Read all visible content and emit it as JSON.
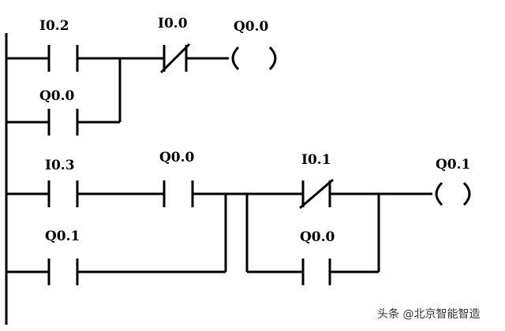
{
  "rungs": [
    {
      "contacts": [
        {
          "label": "I0.2",
          "type": "NO"
        },
        {
          "label": "Q0.0",
          "type": "NO",
          "branch": true
        },
        {
          "label": "I0.0",
          "type": "NC"
        }
      ],
      "coil": {
        "label": "Q0.0"
      }
    },
    {
      "contacts": [
        {
          "label": "I0.3",
          "type": "NO"
        },
        {
          "label": "Q0.1",
          "type": "NO",
          "branch": true
        },
        {
          "label": "Q0.0",
          "type": "NO"
        },
        {
          "label": "I0.1",
          "type": "NC"
        },
        {
          "label": "Q0.0",
          "type": "NO",
          "branch": true
        }
      ],
      "coil": {
        "label": "Q0.1"
      }
    }
  ],
  "watermark": "头条 @北京智能智造"
}
